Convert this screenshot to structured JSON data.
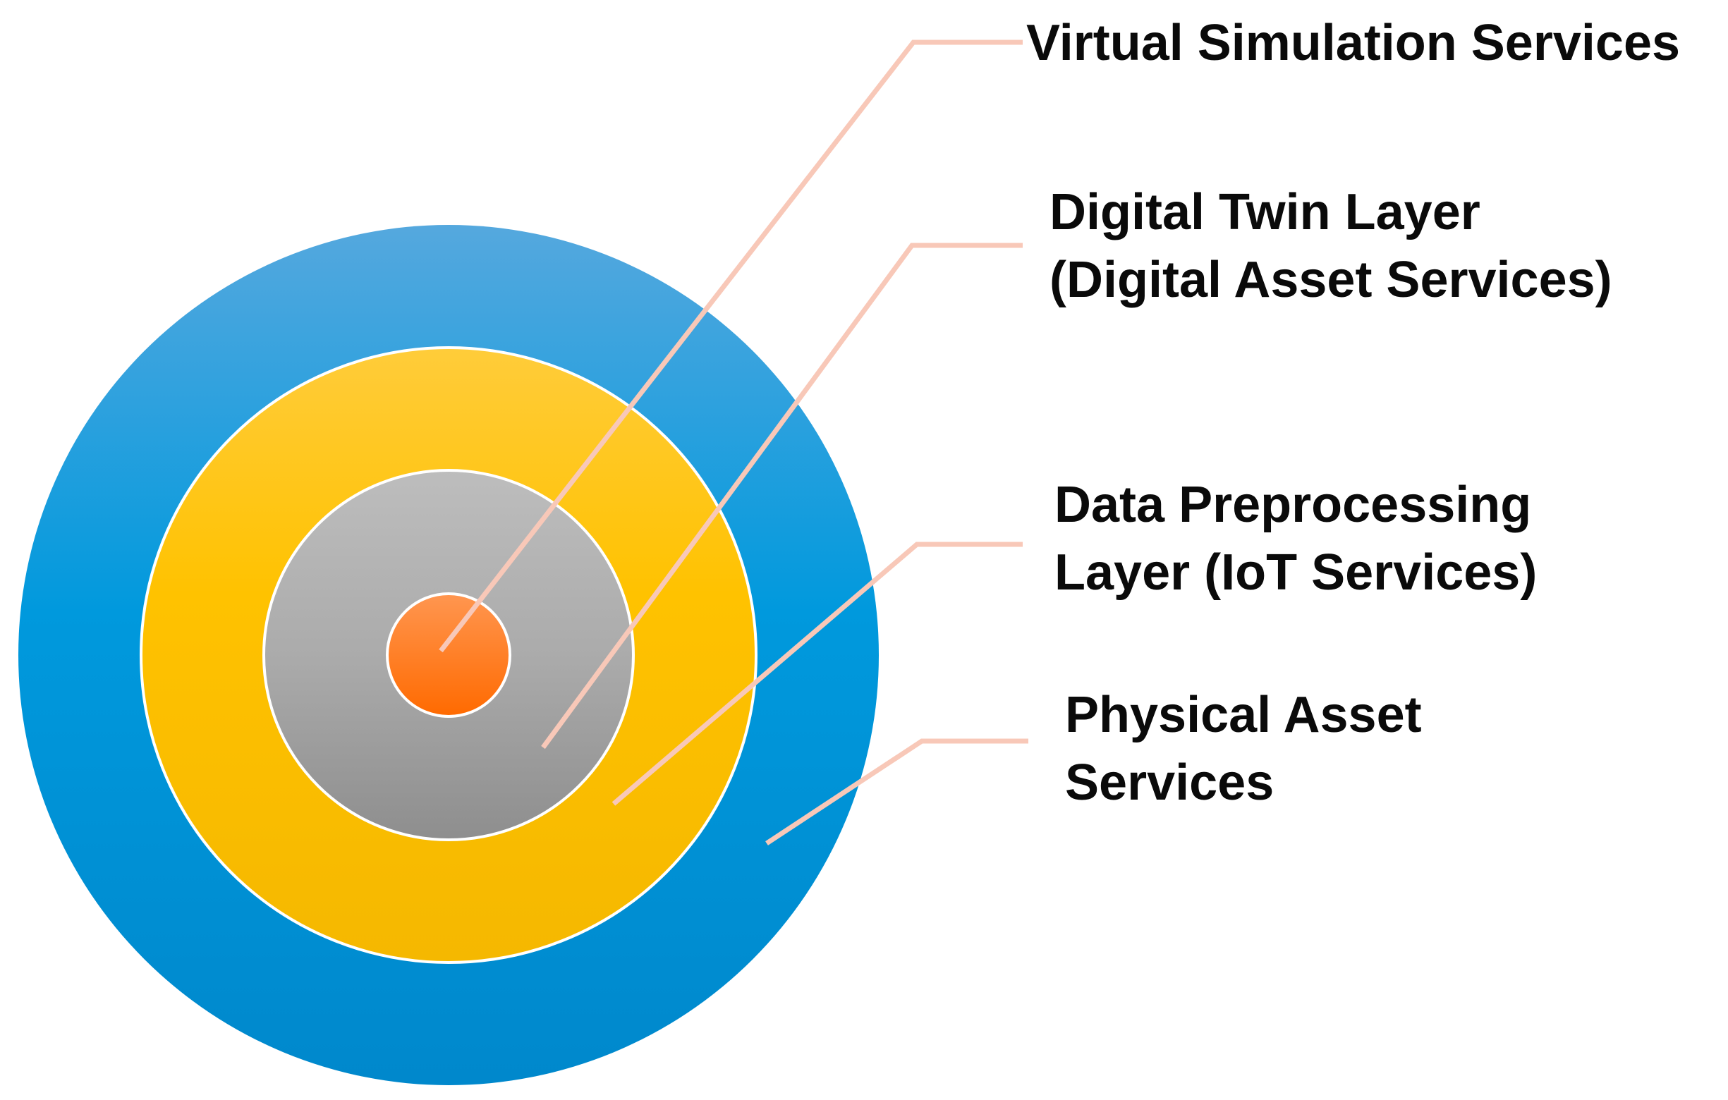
{
  "diagram": {
    "layers": [
      {
        "id": "physical-asset",
        "label_lines": [
          "Physical Asset",
          "Services"
        ],
        "gradient": [
          "#0099DD",
          "#0088CC"
        ],
        "gradient_top": "#55A8DE"
      },
      {
        "id": "data-preprocessing",
        "label_lines": [
          "Data Preprocessing",
          "Layer (IoT Services)"
        ],
        "gradient": [
          "#FFC200",
          "#F5B800"
        ],
        "gradient_top": "#FFCC3A"
      },
      {
        "id": "digital-twin",
        "label_lines": [
          "Digital Twin Layer",
          "(Digital Asset Services)"
        ],
        "gradient": [
          "#B0B0B0",
          "#8E8E8E"
        ],
        "gradient_top": "#BDBDBD"
      },
      {
        "id": "virtual-simulation",
        "label_lines": [
          "Virtual Simulation Services"
        ],
        "gradient": [
          "#FF7A2A",
          "#FF6A00"
        ],
        "gradient_top": "#FF9650"
      }
    ],
    "colors": {
      "leader_line": "#F8C8B8",
      "ring_border": "#ffffff",
      "text": "#0a0a0a"
    }
  }
}
